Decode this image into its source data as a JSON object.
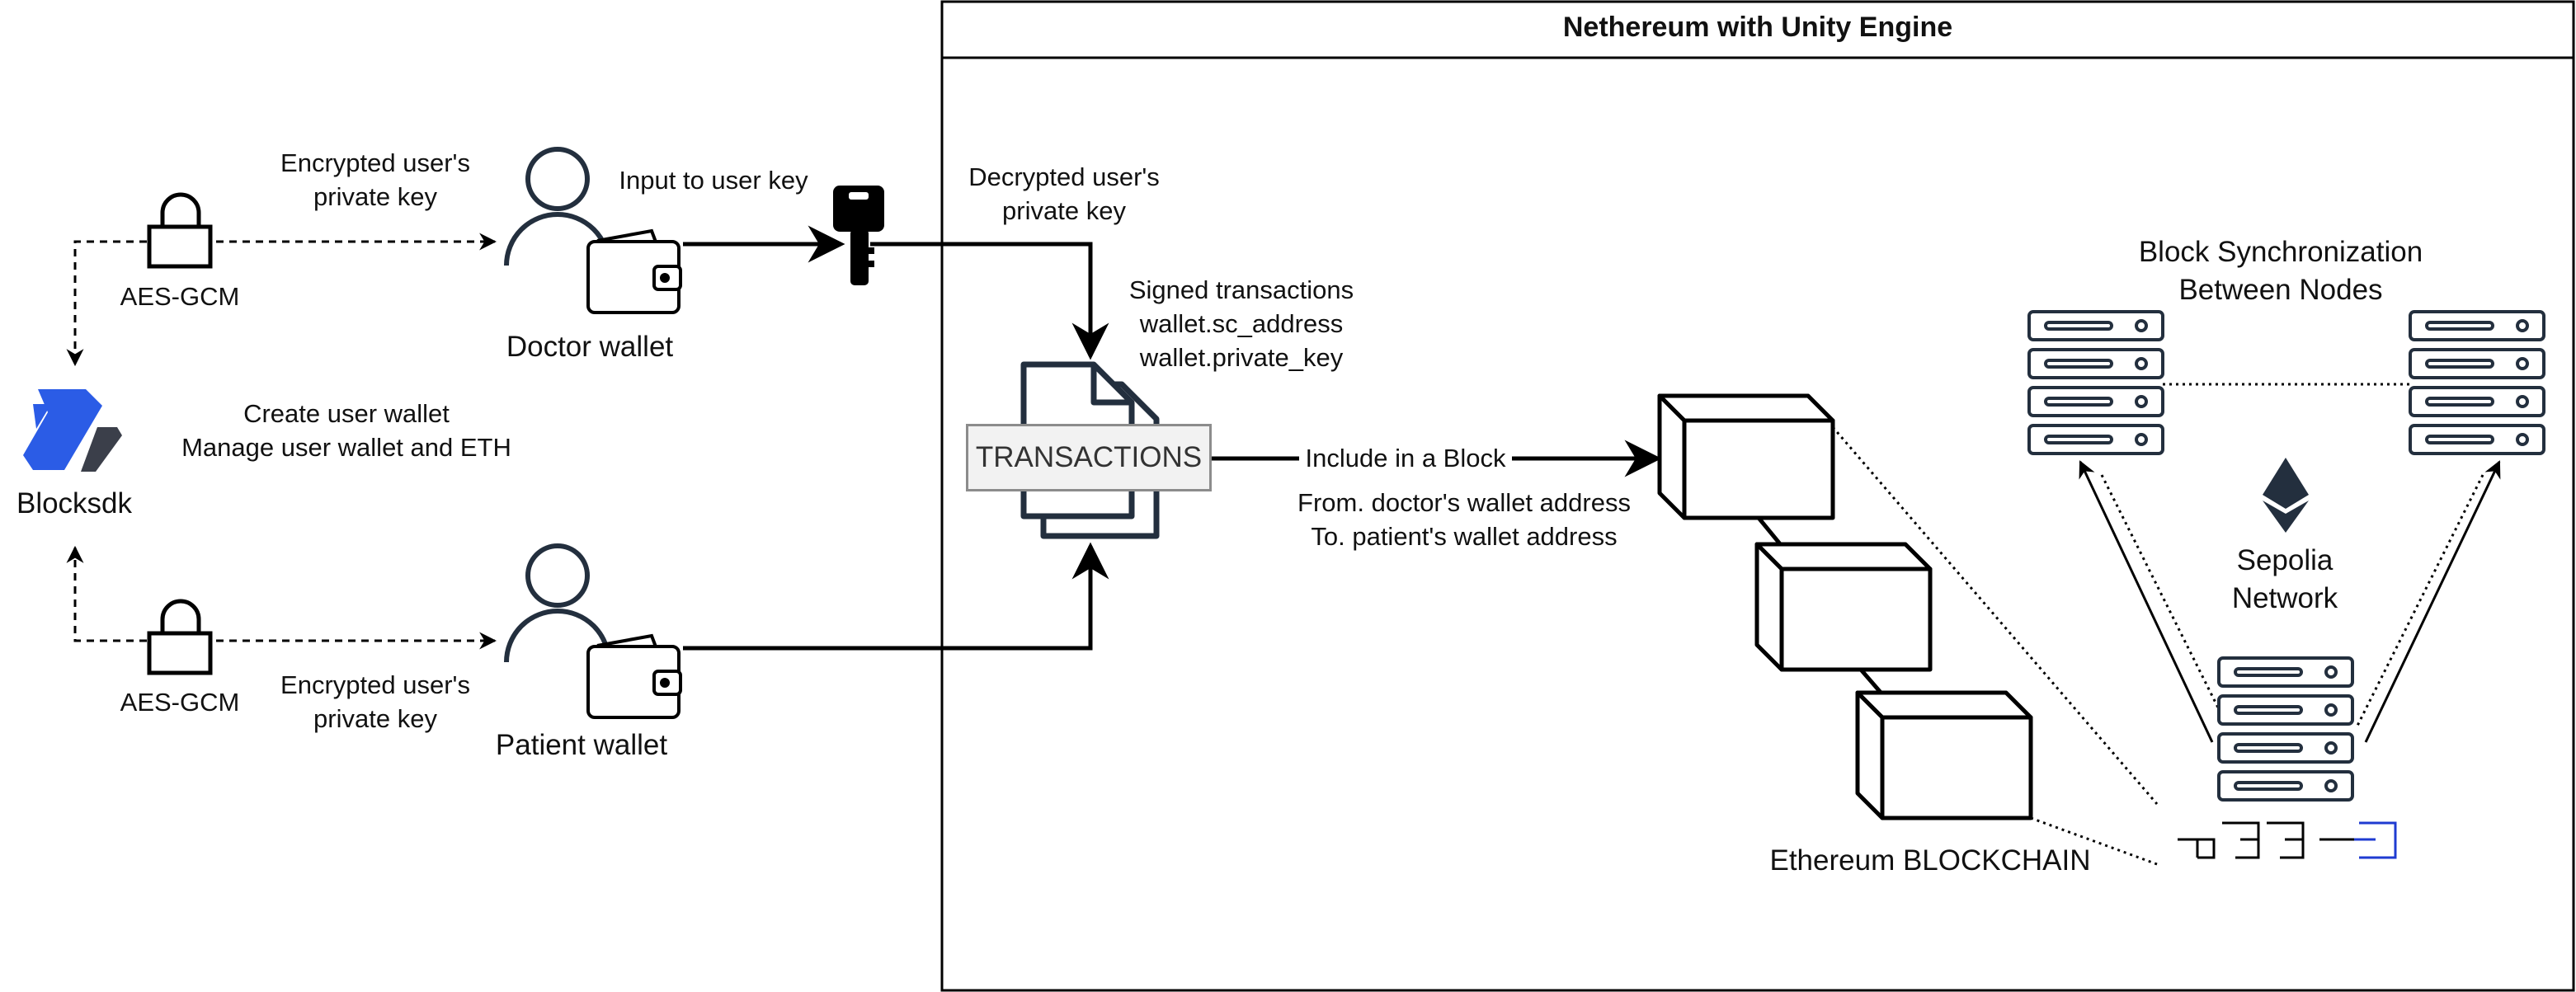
{
  "frame": {
    "title": "Nethereum with Unity Engine"
  },
  "left": {
    "aes_top": "AES-GCM",
    "aes_bottom": "AES-GCM",
    "enc_top": [
      "Encrypted user's",
      "private key"
    ],
    "enc_bottom": [
      "Encrypted user's",
      "private key"
    ],
    "blocksdk_label": "Blocksdk",
    "blocksdk_desc": [
      "Create user wallet",
      "Manage user wallet and ETH"
    ],
    "doctor_wallet": "Doctor wallet",
    "patient_wallet": "Patient wallet",
    "input_key": "Input to user key"
  },
  "center": {
    "decrypted": [
      "Decrypted user's",
      "private key"
    ],
    "signed": [
      "Signed transactions",
      "wallet.sc_address",
      "wallet.private_key"
    ],
    "transactions": "TRANSACTIONS",
    "include_block": "Include in a Block",
    "from_to": [
      "From. doctor's wallet address",
      "To. patient's wallet address"
    ]
  },
  "right": {
    "sync": [
      "Block Synchronization",
      "Between Nodes"
    ],
    "network": [
      "Sepolia",
      "Network"
    ],
    "blockchain": "Ethereum BLOCKCHAIN"
  },
  "colors": {
    "line": "#000000",
    "icon_dark": "#232f3e",
    "logo_blue": "#2b5ce6",
    "logo_dark": "#3b3f4a",
    "chain_blue": "#1f3bd1"
  },
  "icons": [
    "lock-icon",
    "user-icon",
    "wallet-icon",
    "key-icon",
    "blocksdk-logo",
    "document-icon",
    "cube-icon",
    "server-icon",
    "ethereum-icon",
    "chain-icon"
  ]
}
